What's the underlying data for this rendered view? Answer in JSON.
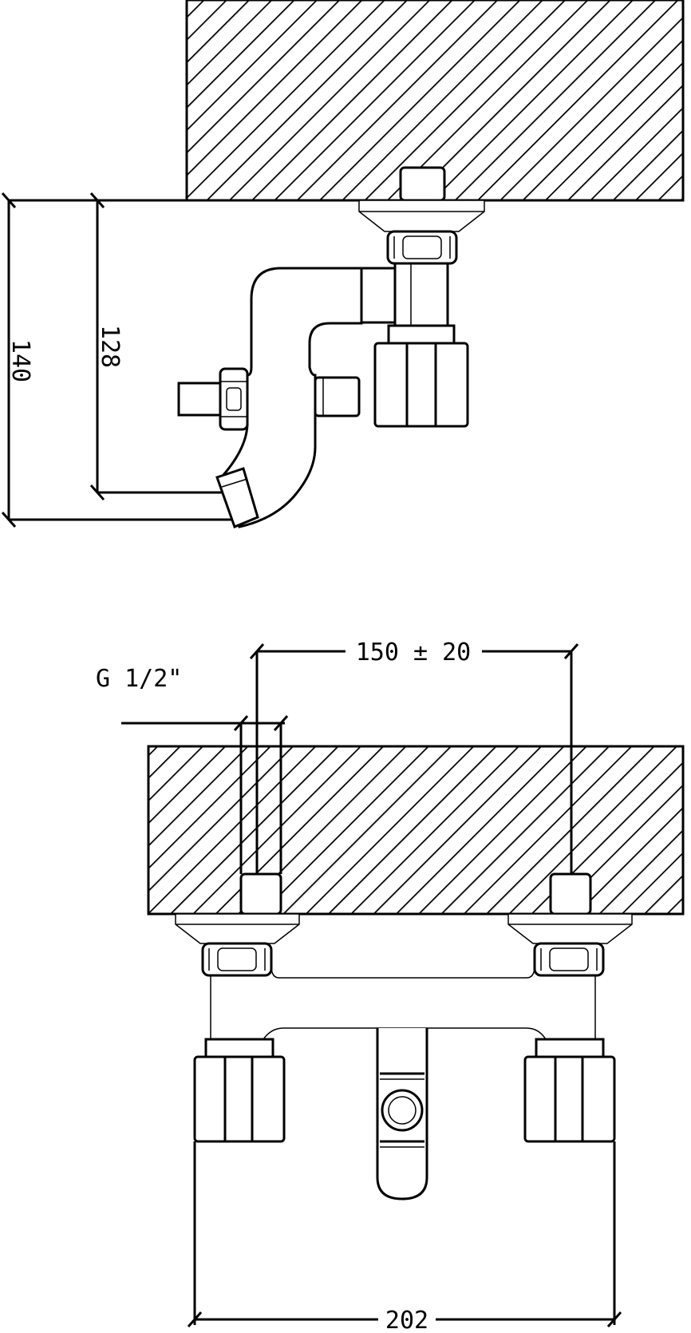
{
  "side_view": {
    "dim_overall": "140",
    "dim_outlet": "128"
  },
  "front_view": {
    "dim_centers": "150 ± 20",
    "dim_thread": "G 1/2\"",
    "dim_width": "202"
  },
  "colors": {
    "line": "#000000",
    "background": "#ffffff"
  }
}
